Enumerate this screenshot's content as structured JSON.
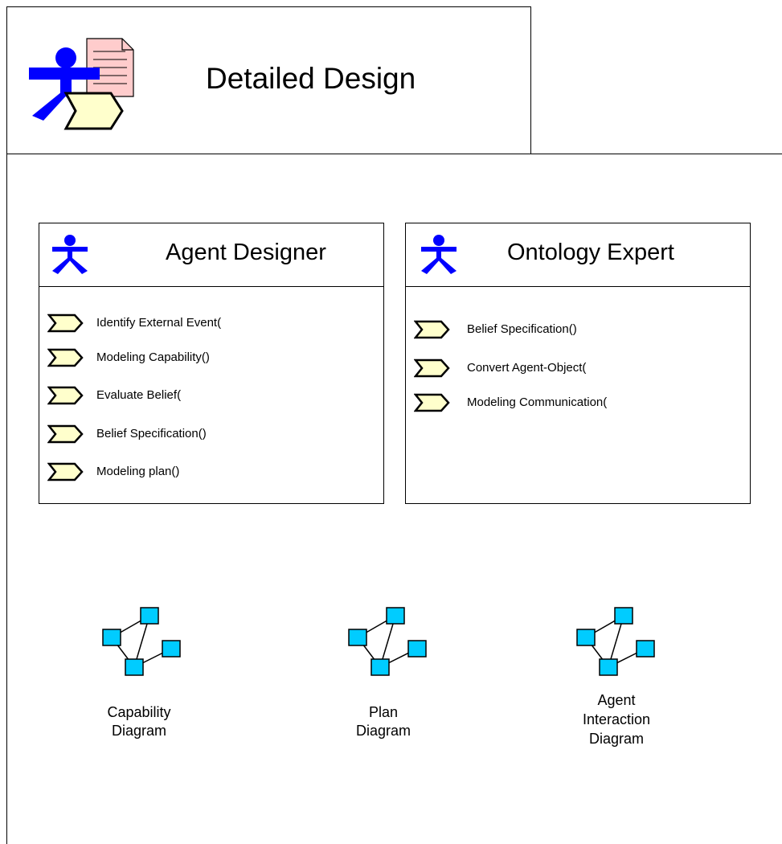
{
  "header": {
    "title": "Detailed Design",
    "icon": "worker-document-task-icon"
  },
  "roles": [
    {
      "title": "Agent Designer",
      "icon": "actor-icon",
      "tasks": [
        "Identify External Event(",
        "Modeling Capability()",
        "Evaluate Belief(",
        "Belief Specification()",
        "Modeling plan()"
      ]
    },
    {
      "title": "Ontology Expert",
      "icon": "actor-icon",
      "tasks": [
        "Belief Specification()",
        "Convert Agent-Object(",
        "Modeling Communication("
      ]
    }
  ],
  "diagrams": [
    {
      "lines": [
        "Capability",
        "Diagram"
      ],
      "icon": "network-diagram-icon"
    },
    {
      "lines": [
        "Plan",
        "Diagram"
      ],
      "icon": "network-diagram-icon"
    },
    {
      "lines": [
        "Agent",
        "Interaction",
        "Diagram"
      ],
      "icon": "network-diagram-icon"
    }
  ],
  "colors": {
    "actor_blue": "#0000ff",
    "task_fill": "#ffffcc",
    "document_fill": "#ffcccc",
    "node_fill": "#00ccff"
  }
}
